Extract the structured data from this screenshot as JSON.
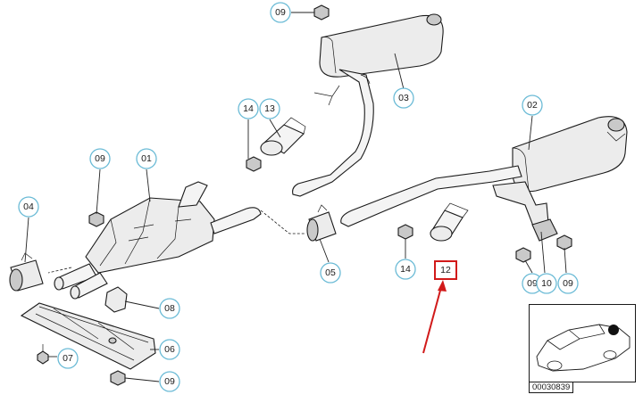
{
  "callouts": {
    "c09_top": "09",
    "c03": "03",
    "c14_left": "14",
    "c13": "13",
    "c02": "02",
    "c09_mid": "09",
    "c01": "01",
    "c04": "04",
    "c05": "05",
    "c14_right": "14",
    "c09_r1": "09",
    "c10": "10",
    "c09_r2": "09",
    "c08": "08",
    "c07": "07",
    "c06": "06",
    "c09_bottom": "09"
  },
  "highlight": {
    "label": "12",
    "color": "#d11a1a"
  },
  "inset": {
    "code": "00030839"
  },
  "colors": {
    "callout_ring": "#6bbbd6",
    "arrow": "#d11a1a"
  }
}
